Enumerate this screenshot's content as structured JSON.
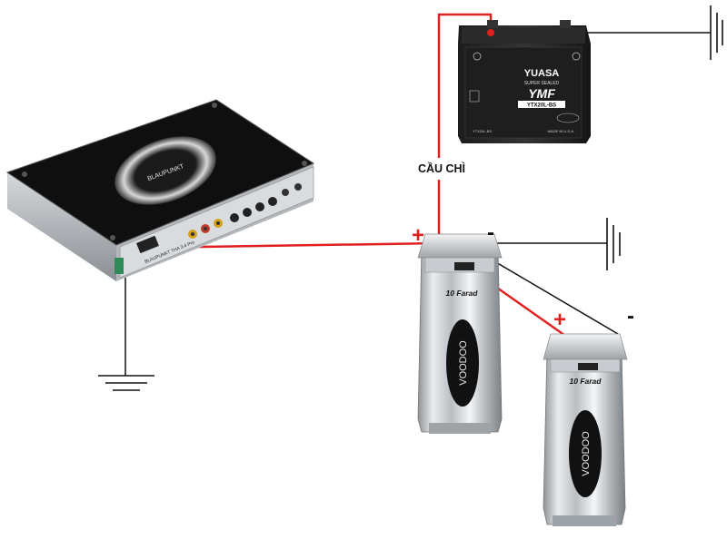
{
  "labels": {
    "fuse": "CẦU CHÌ",
    "plus": "+",
    "minus": "-"
  },
  "battery": {
    "brand": "YUASA",
    "subtitle": "SUPER SEALED",
    "logo": "YMF",
    "model": "YTX20L-BS",
    "model_small": "YTX20L-BS",
    "origin": "MADE IN U.S.A."
  },
  "amplifier": {
    "brand": "BLAUPUNKT",
    "model_label": "BLAUPUNKT   THA 3.4 Pro"
  },
  "capacitors": [
    {
      "rating": "10 Farad",
      "brand": "VOODOO"
    },
    {
      "rating": "10 Farad",
      "brand": "VOODOO"
    }
  ],
  "colors": {
    "positive_wire": "#e02020",
    "negative_wire": "#111111",
    "accent_plus": "#e02020"
  }
}
